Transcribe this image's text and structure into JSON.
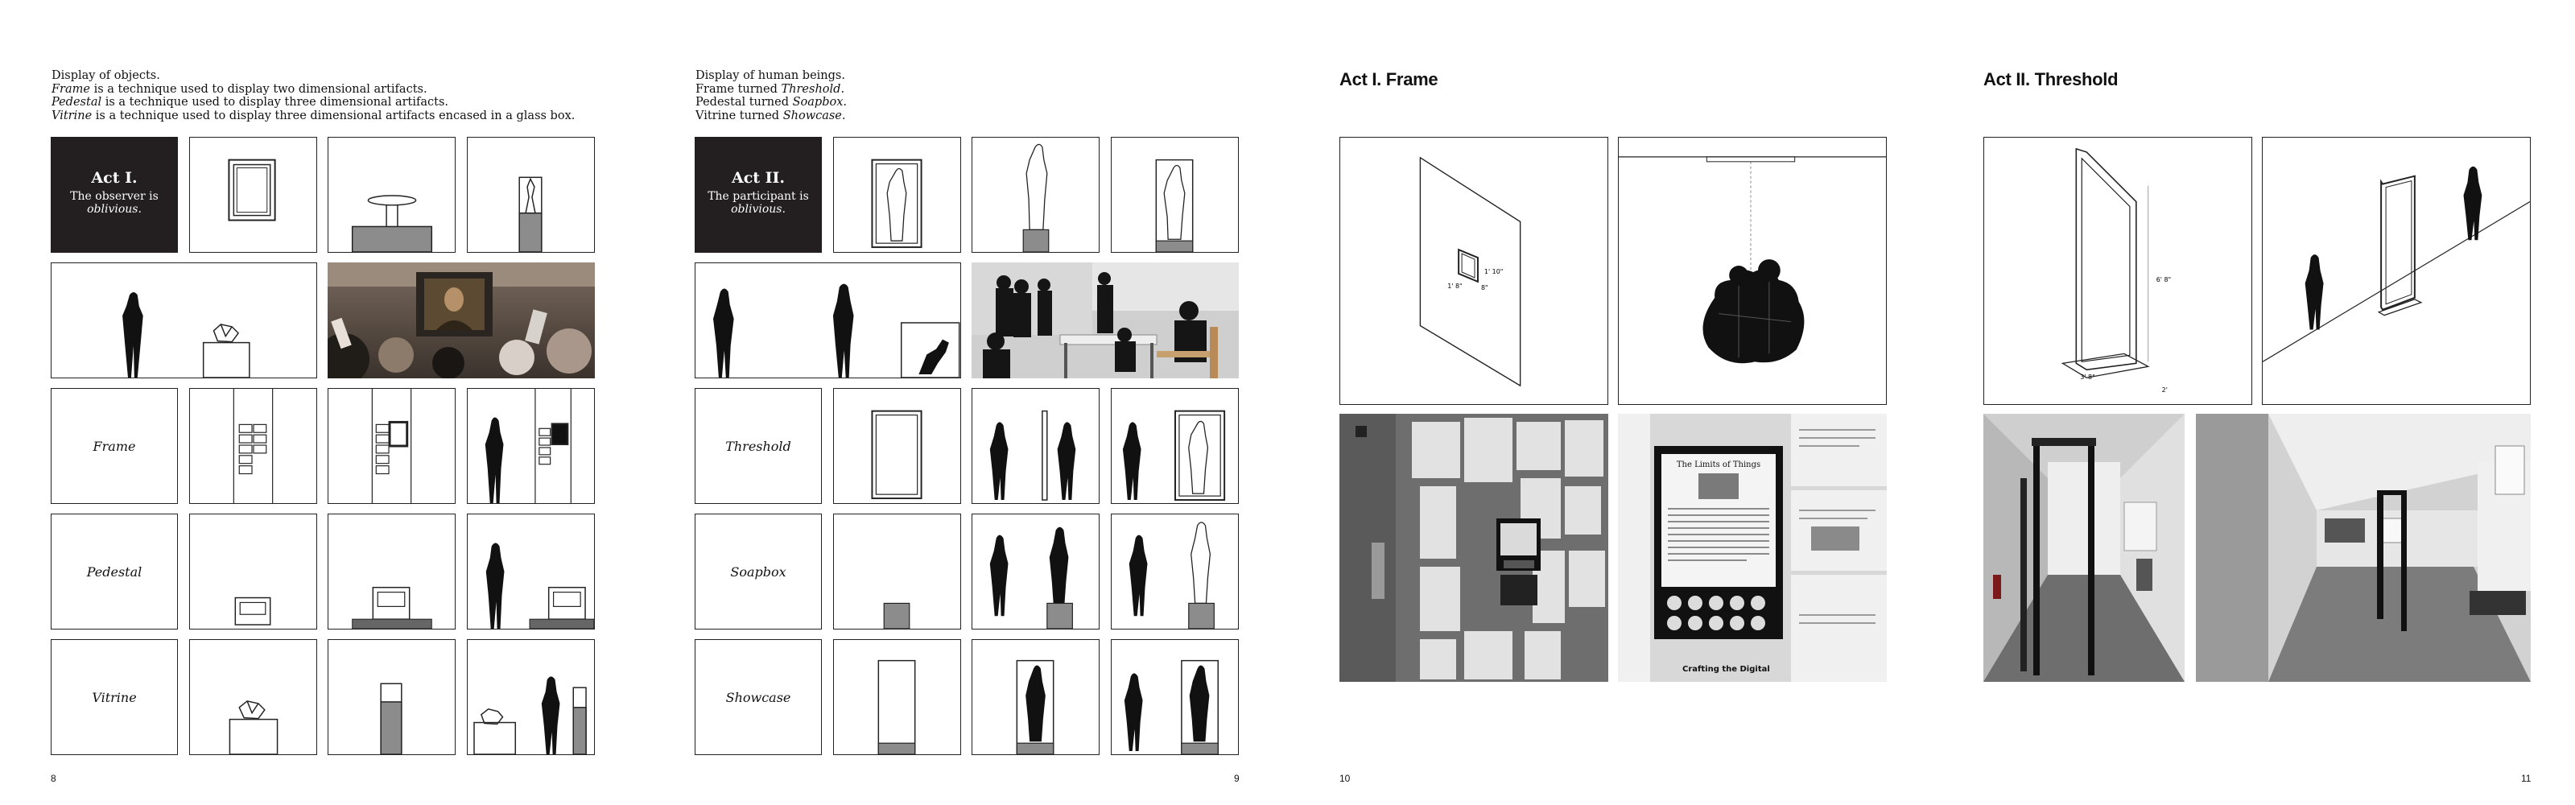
{
  "page8": {
    "intro": [
      {
        "pre": "",
        "em": "",
        "post": "Display of objects."
      },
      {
        "pre": "",
        "em": "Frame",
        "post": " is a technique used to display two dimensional artifacts."
      },
      {
        "pre": "",
        "em": "Pedestal",
        "post": " is a technique used to display three dimensional artifacts."
      },
      {
        "pre": "",
        "em": "Vitrine",
        "post": " is a technique used to display three dimensional artifacts encased in a glass box."
      }
    ],
    "act": {
      "title": "Act I.",
      "line1": "The observer is",
      "line2": "oblivious."
    },
    "labels": {
      "frame": "Frame",
      "pedestal": "Pedestal",
      "vitrine": "Vitrine"
    },
    "page_number": "8"
  },
  "page9": {
    "intro": [
      {
        "pre": "",
        "em": "",
        "post": "Display of human beings."
      },
      {
        "pre": "Frame turned ",
        "em": "Threshold",
        "post": "."
      },
      {
        "pre": "Pedestal turned ",
        "em": "Soapbox",
        "post": "."
      },
      {
        "pre": "Vitrine turned ",
        "em": "Showcase",
        "post": "."
      }
    ],
    "act": {
      "title": "Act II.",
      "line1": "The participant is",
      "line2": "oblivious."
    },
    "labels": {
      "threshold": "Threshold",
      "soapbox": "Soapbox",
      "showcase": "Showcase"
    },
    "page_number": "9"
  },
  "page10": {
    "heading": "Act I. Frame",
    "dim_labels": [
      "1' 10\"",
      "1' 8\"",
      "8\""
    ],
    "poster_title": "The Limits of Things",
    "poster_caption": "Crafting the Digital",
    "page_number": "10"
  },
  "page11": {
    "heading": "Act II. Threshold",
    "dim_labels": [
      "6' 8\"",
      "3' 8\"",
      "2'"
    ],
    "page_number": "11"
  }
}
